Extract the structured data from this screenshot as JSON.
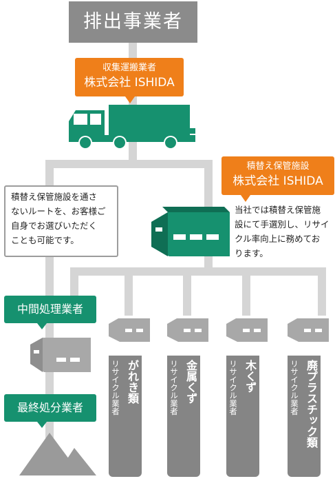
{
  "dischargers": "排出事業者",
  "collector": {
    "role": "収集運搬業者",
    "company": "株式会社 ISHIDA"
  },
  "transfer": {
    "role": "積替え保管施設",
    "company": "株式会社 ISHIDA"
  },
  "note_lines": [
    "積替え保管施設を通さ",
    "ないルートを、お客様ご",
    "自身でお選びいただく",
    "ことも可能です。"
  ],
  "desc_lines": [
    "当社では積替え保管施",
    "設にて手選別し、リサイ",
    "クル率向上に務めてお",
    "ります。"
  ],
  "intermediate": "中間処理業者",
  "final_disposal": "最終処分業者",
  "recyclers": [
    {
      "prefix": "リサイクル業者",
      "material": "がれき類"
    },
    {
      "prefix": "リサイクル業者",
      "material": "金属くず"
    },
    {
      "prefix": "リサイクル業者",
      "material": "木くず"
    },
    {
      "prefix": "リサイクル業者",
      "material": "廃プラスチック類"
    }
  ],
  "colors": {
    "gray": "#8b8b8b",
    "line": "#d5d5d5",
    "orange": "#ef7f1a",
    "green": "#16916f"
  }
}
